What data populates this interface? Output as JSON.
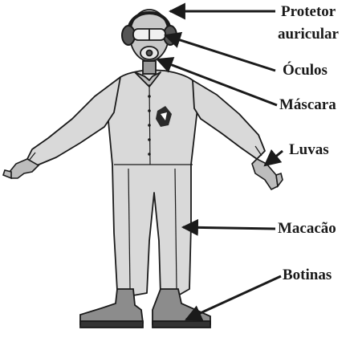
{
  "labels": {
    "protetor_line1": "Protetor",
    "protetor_line2": "auricular",
    "oculos": "Óculos",
    "mascara": "Máscara",
    "luvas": "Luvas",
    "macacao": "Macacão",
    "botinas": "Botinas"
  },
  "colors": {
    "ink": "#1a1a1a",
    "garment": "#d9d9d9",
    "skin": "#c8c8c8",
    "shadow": "#9a9a9a"
  }
}
